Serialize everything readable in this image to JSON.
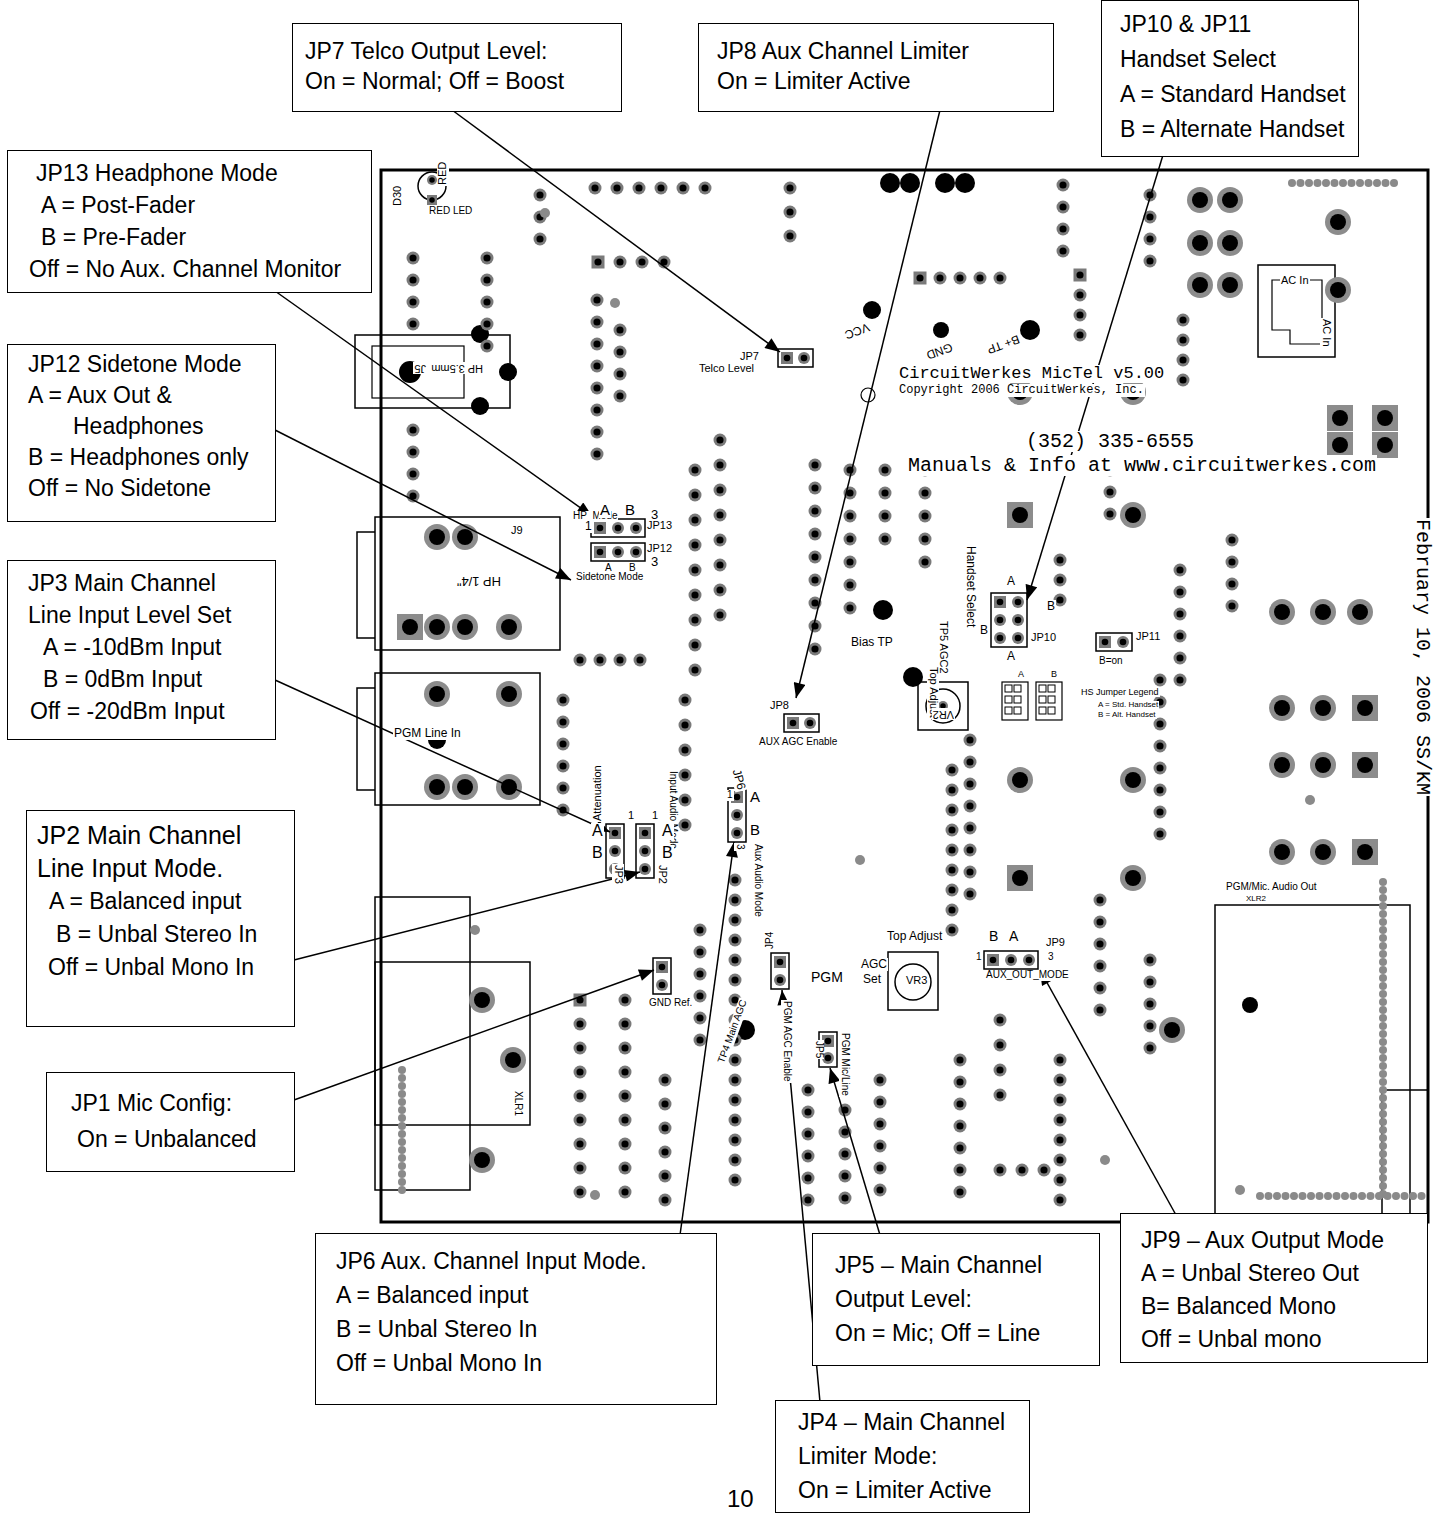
{
  "diagram": {
    "nodes": [
      {
        "text": [
          "JP7 Telco Output Level:",
          "On = Normal; Off = Boost"
        ]
      },
      {
        "text": [
          "JP8 Aux Channel Limiter",
          "On = Limiter Active"
        ]
      },
      {
        "text": [
          "JP10 & JP11",
          "Handset Select",
          "A = Standard Handset",
          "B = Alternate Handset"
        ]
      },
      {
        "text": [
          "JP13 Headphone Mode",
          "A = Post-Fader",
          "B = Pre-Fader",
          "Off = No Aux. Channel Monitor"
        ]
      },
      {
        "text": [
          "JP12 Sidetone Mode",
          "A = Aux Out & Headphones",
          "B = Headphones only",
          "Off = No Sidetone"
        ]
      },
      {
        "text": [
          "JP3 Main Channel",
          "Line Input Level Set",
          "A = -10dBm Input",
          "B = 0dBm Input",
          "Off = -20dBm Input"
        ]
      },
      {
        "text": [
          "JP2 Main Channel",
          "Line Input Mode.",
          "A = Balanced input",
          "B = Unbal Stereo In",
          "Off = Unbal Mono In"
        ]
      },
      {
        "text": [
          "JP1 Mic Config:",
          "On = Unbalanced"
        ]
      },
      {
        "text": [
          "JP6 Aux. Channel Input Mode.",
          "A = Balanced input",
          "B = Unbal Stereo In",
          "Off = Unbal Mono In"
        ]
      },
      {
        "text": [
          "JP5 – Main Channel",
          "Output Level:",
          "On = Mic; Off = Line"
        ]
      },
      {
        "text": [
          "JP9 – Aux Output Mode",
          "A = Unbal Stereo Out",
          "B= Balanced Mono",
          "Off = Unbal mono"
        ]
      },
      {
        "text": [
          "JP4 – Main Channel",
          "Limiter Mode:",
          "On = Limiter Active"
        ]
      }
    ],
    "labels": [
      "RED",
      "D30",
      "RED LED",
      "J5",
      "HP 3.5mm",
      "JP7",
      "Telco Level",
      "VCC",
      "GND",
      "B+ TP",
      "CircuitWerkes MicTel v5.00",
      "Copyright 2006 CircuitWerkes, Inc.",
      "(352) 335-6555",
      "Manuals & Info at www.circuitwerkes.com",
      "February 10, 2006 SS/KM",
      "AC In",
      "AC In",
      "HP_Mode",
      "A",
      "B",
      "3",
      "1",
      "JP13",
      "JP12",
      "3",
      "A",
      "B",
      "Sidetone Mode",
      "J9",
      "HP 1/4\"",
      "PGM Line In",
      "Attenuation",
      "Input Audio Mode",
      "A",
      "B",
      "1",
      "A",
      "B",
      "1",
      "JP3",
      "JP2",
      "JP6",
      "1",
      "A",
      "B",
      "3",
      "Aux Audio Mode",
      "JP8",
      "AUX AGC Enable",
      "Bias TP",
      "TP5 AGC2",
      "Top Adjust",
      "VR2",
      "Handset Select",
      "A",
      "B",
      "B",
      "A",
      "JP10",
      "JP11",
      "B=on",
      "A",
      "B",
      "HS Jumper Legend",
      "A = Std. Handset",
      "B = Alt. Handset",
      "GND Ref.",
      "TP4 Main AGC",
      "JP4",
      "PGM AGC Enable",
      "PGM",
      "AGC",
      "Set",
      "Top Adjust",
      "VR3",
      "JP5",
      "PGM Mic/Line",
      "B",
      "A",
      "JP9",
      "1",
      "3",
      "AUX_OUT_MODE",
      "PGM/Mic. Audio Out",
      "XLR2",
      "XLR1",
      "10"
    ]
  }
}
